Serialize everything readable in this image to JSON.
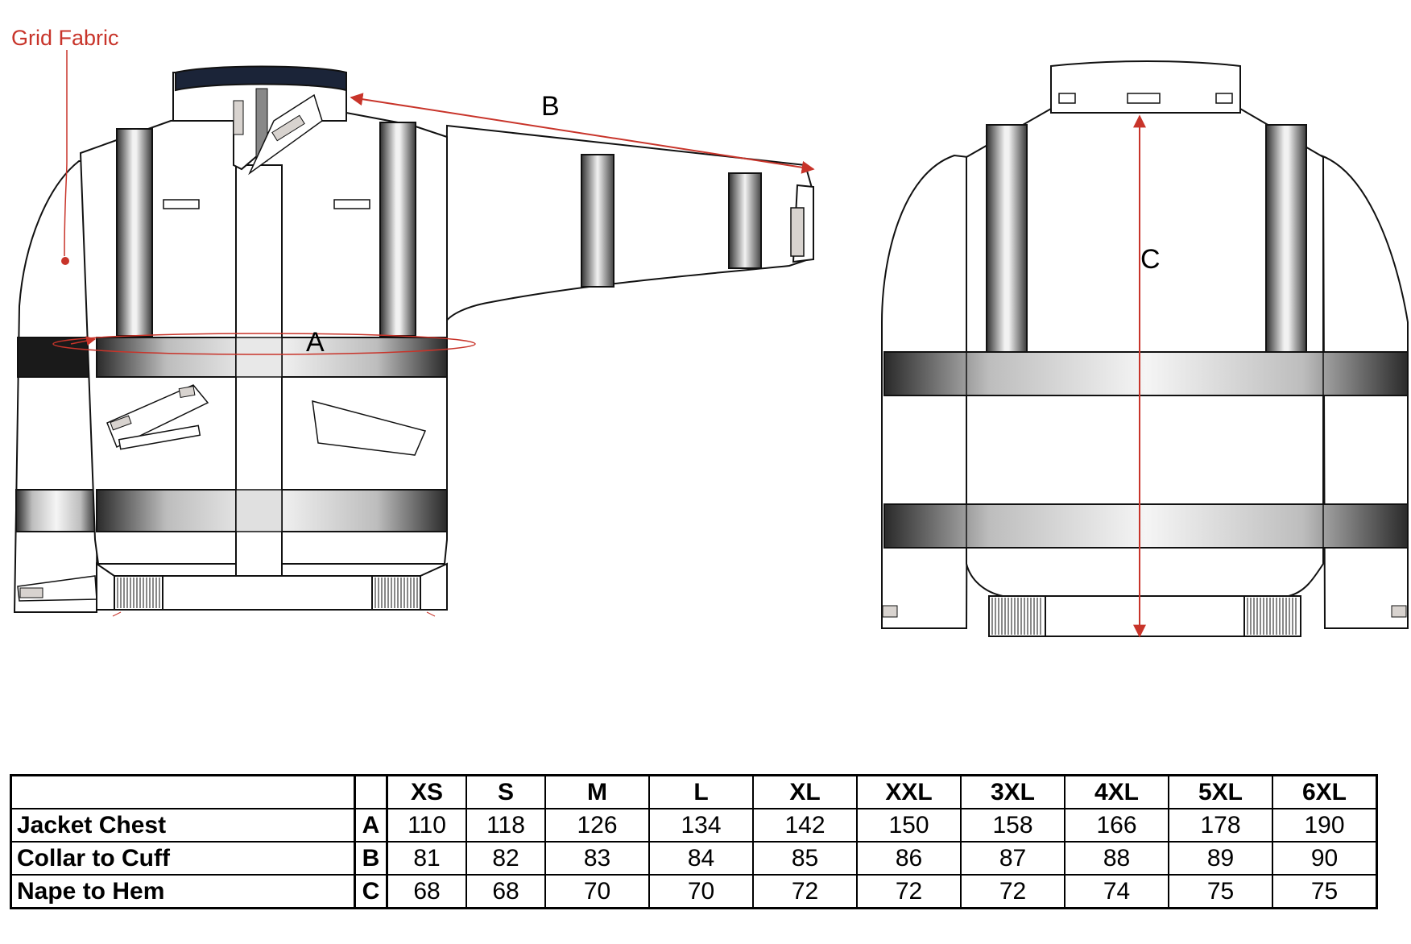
{
  "callouts": {
    "fabric": "Grid Fabric",
    "chest": "A",
    "sleeve": "B",
    "length": "C"
  },
  "colors": {
    "accent": "#c8342a",
    "outline": "#111111",
    "tape_dark": "#3a3a3a",
    "tape_light": "#f4f4f4",
    "collar_lining": "#1b2438",
    "band": "#1a1a1a"
  },
  "size_table": {
    "sizes": [
      "XS",
      "S",
      "M",
      "L",
      "XL",
      "XXL",
      "3XL",
      "4XL",
      "5XL",
      "6XL"
    ],
    "rows": [
      {
        "label": "Jacket Chest",
        "code": "A",
        "values": [
          "110",
          "118",
          "126",
          "134",
          "142",
          "150",
          "158",
          "166",
          "178",
          "190"
        ]
      },
      {
        "label": "Collar to Cuff",
        "code": "B",
        "values": [
          "81",
          "82",
          "83",
          "84",
          "85",
          "86",
          "87",
          "88",
          "89",
          "90"
        ]
      },
      {
        "label": "Nape to Hem",
        "code": "C",
        "values": [
          "68",
          "68",
          "70",
          "70",
          "72",
          "72",
          "72",
          "74",
          "75",
          "75"
        ]
      }
    ]
  }
}
